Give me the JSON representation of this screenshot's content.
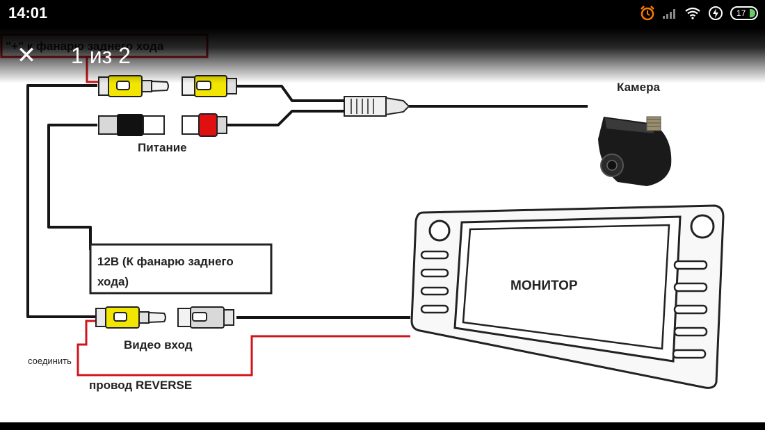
{
  "status_bar": {
    "time": "14:01",
    "battery": "17",
    "icons": [
      "alarm-icon",
      "signal-icon",
      "wifi-icon",
      "data-saver-icon",
      "battery-icon"
    ]
  },
  "viewer": {
    "close_icon": "close-icon",
    "counter": "1 из 2"
  },
  "diagram": {
    "label_plus_lamp": "\"+\" к фанарю заднего хода",
    "label_camera": "Камера",
    "label_power": "Питание",
    "label_12v_line1": "12В (К фанарю заднего",
    "label_12v_line2": "хода)",
    "label_monitor": "МОНИТОР",
    "label_video_in": "Видео вход",
    "label_connect": "соединить",
    "label_reverse": "провод REVERSE"
  },
  "colors": {
    "yellow_plug": "#f2e600",
    "red_plug": "#e01010",
    "black_plug": "#111111",
    "red_wire": "#d0141c",
    "accent_alarm": "#ff7a00"
  }
}
